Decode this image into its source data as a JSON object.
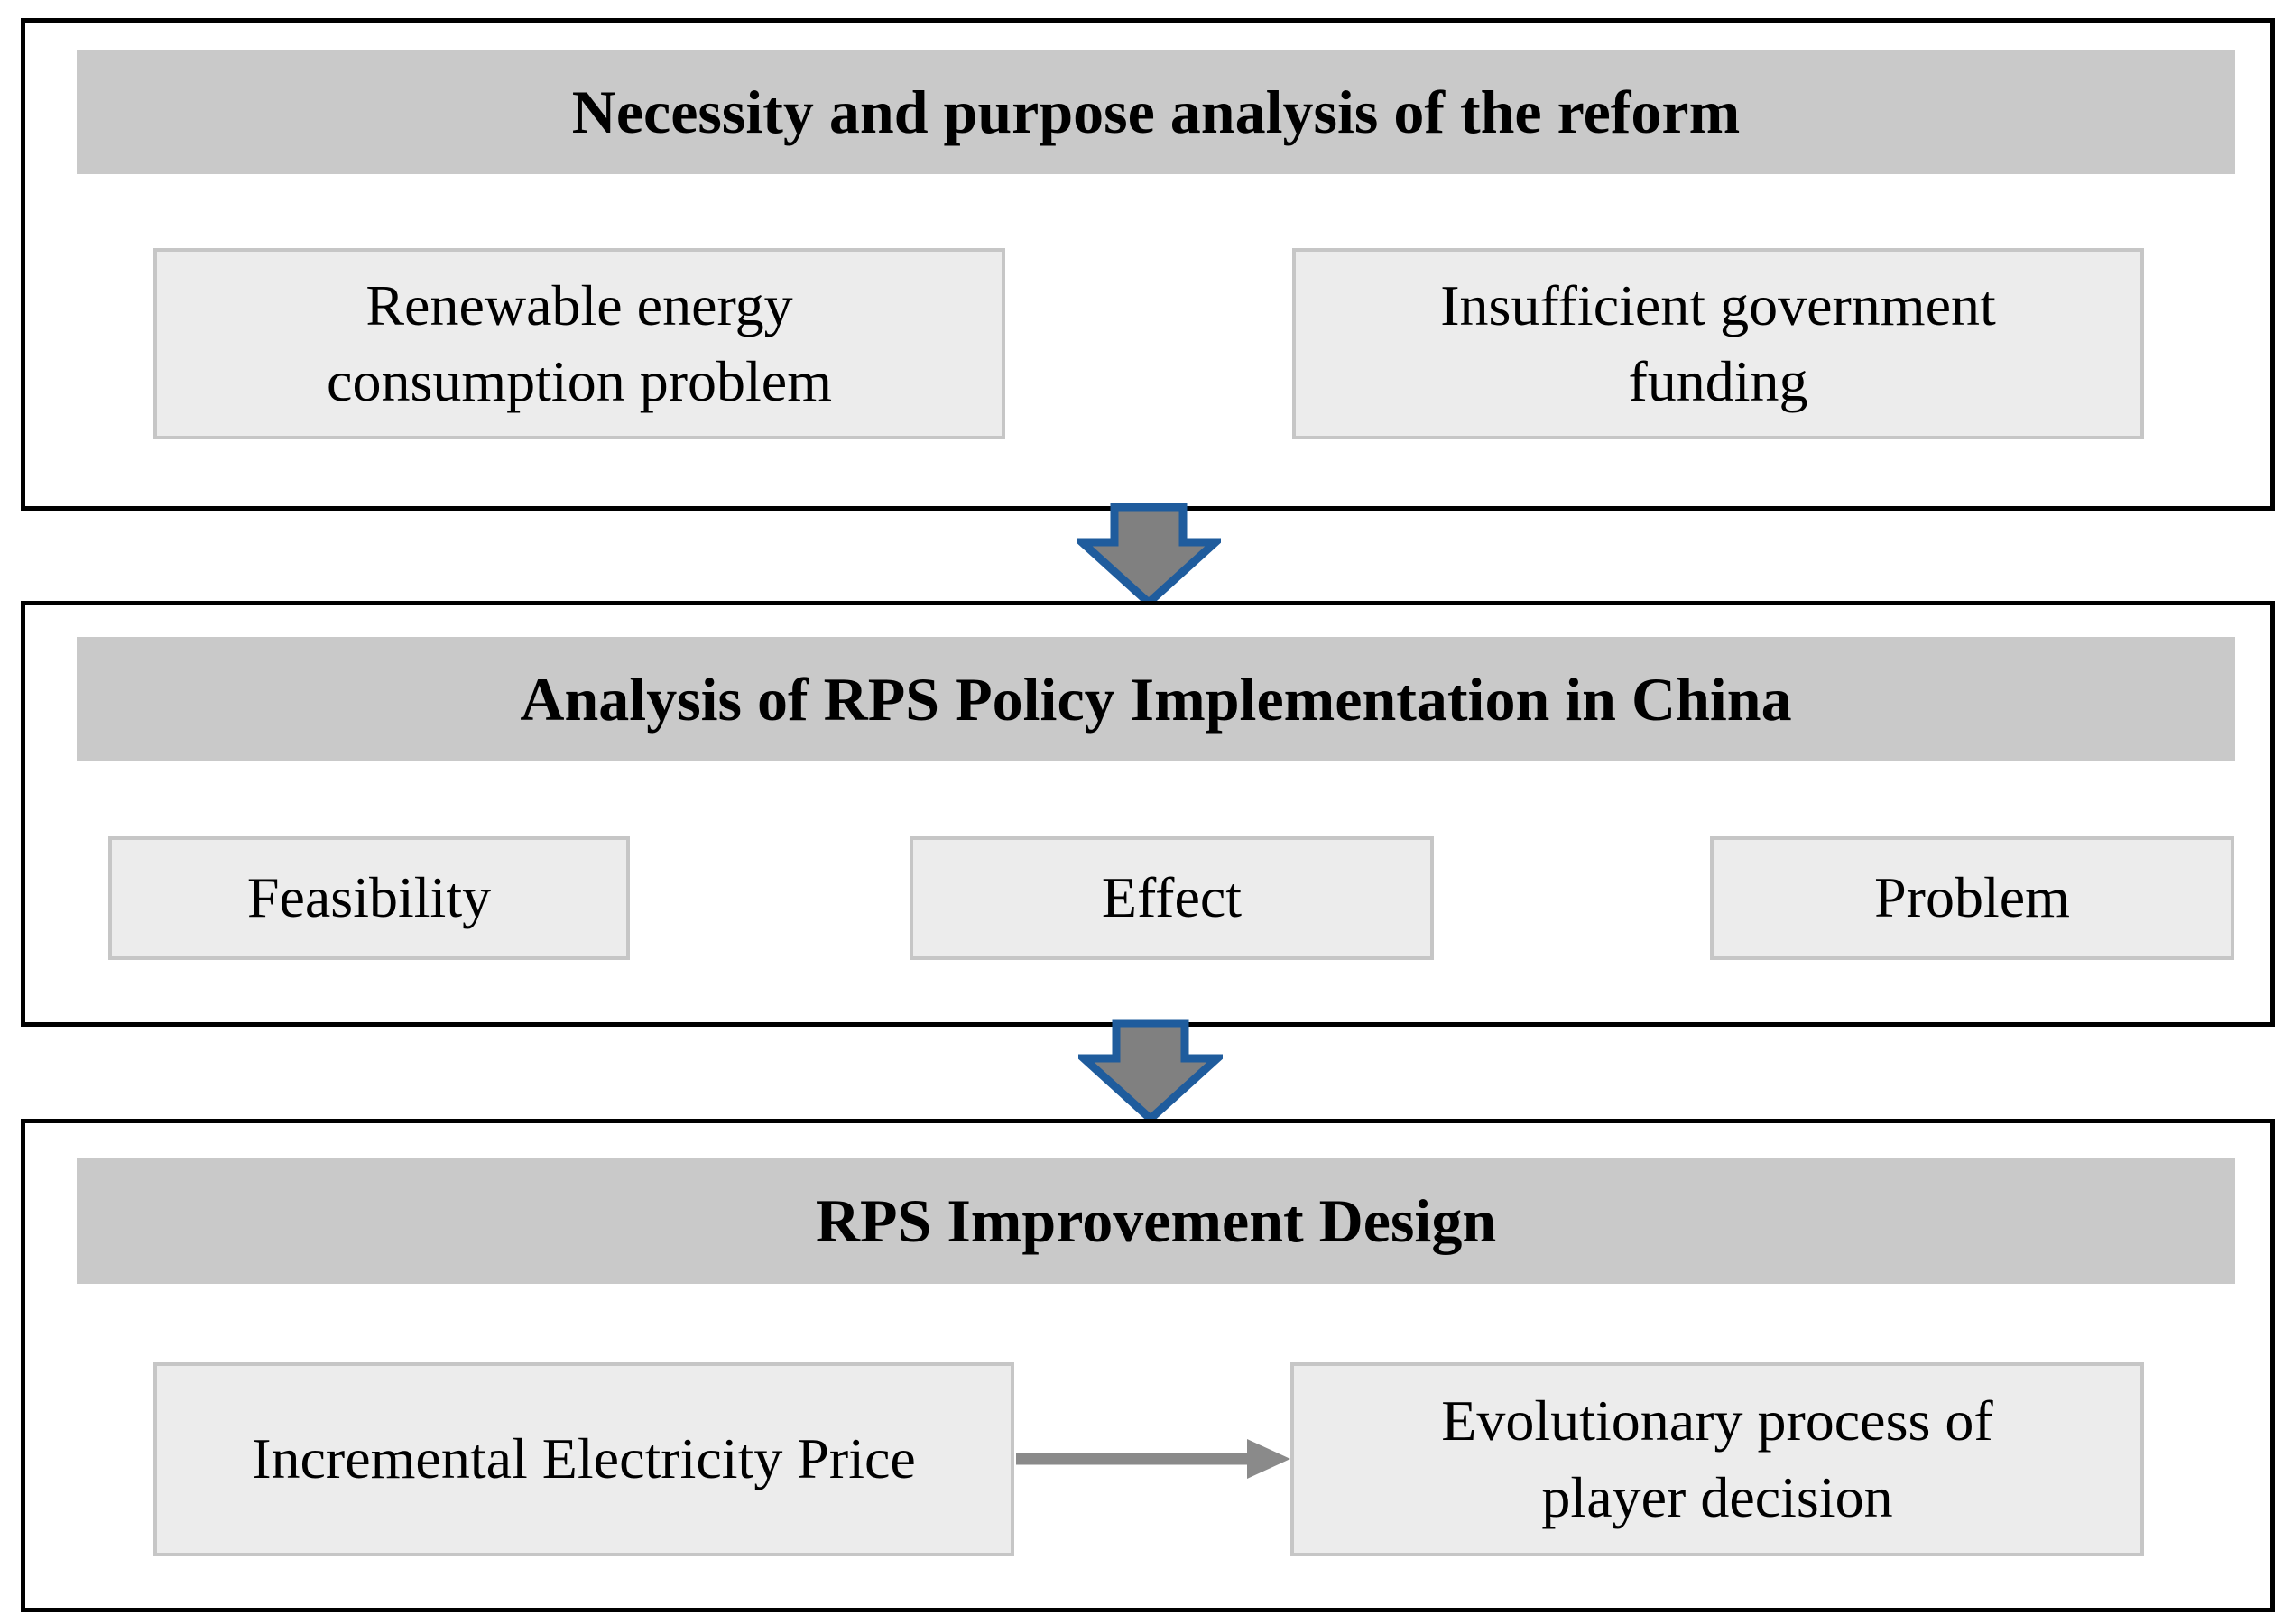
{
  "colors": {
    "section_border": "#000000",
    "header_bg": "#c9c9c9",
    "box_bg": "#ececec",
    "box_border": "#c6c6c6",
    "arrow_fill": "#808080",
    "arrow_outline": "#1f5c9d",
    "connector_gray": "#8a8a8a",
    "text": "#000000",
    "page_bg": "#ffffff"
  },
  "sections": [
    {
      "title": "Necessity and purpose analysis of the reform",
      "boxes": [
        {
          "label": "Renewable energy\nconsumption problem"
        },
        {
          "label": "Insufficient government\nfunding"
        }
      ]
    },
    {
      "title": "Analysis of RPS Policy Implementation in China",
      "boxes": [
        {
          "label": "Feasibility"
        },
        {
          "label": "Effect"
        },
        {
          "label": "Problem"
        }
      ]
    },
    {
      "title": "RPS Improvement Design",
      "boxes": [
        {
          "label": "Incremental Electricity Price"
        },
        {
          "label": "Evolutionary process of\nplayer decision"
        }
      ]
    }
  ],
  "connectors": [
    {
      "type": "down-arrow"
    },
    {
      "type": "down-arrow"
    },
    {
      "type": "right-arrow"
    }
  ]
}
